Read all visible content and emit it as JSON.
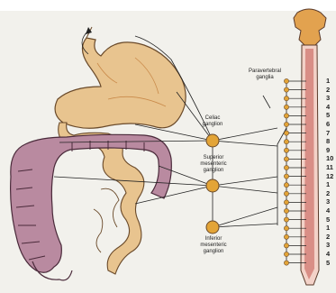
{
  "labels": {
    "paravertebral": "Paravertebral\nganglia",
    "celiac": "Celiac\nganglion",
    "superior_mesenteric": "Superior\nmesenteric\nganglion",
    "inferior_mesenteric": "Inferior\nmesenteric\nganglion"
  },
  "segment_numbers": [
    "1",
    "2",
    "3",
    "4",
    "5",
    "6",
    "7",
    "8",
    "9",
    "10",
    "11",
    "12",
    "1",
    "2",
    "3",
    "4",
    "5",
    "1",
    "2",
    "3",
    "4",
    "5"
  ],
  "colors": {
    "organ": "#e8c48f",
    "organ_dark": "#c98a4a",
    "colon": "#b98aa0",
    "colon_dark": "#5a3a4a",
    "ganglion": "#e3a437",
    "cord": "#d98e86",
    "paper": "#f2f1ec"
  }
}
